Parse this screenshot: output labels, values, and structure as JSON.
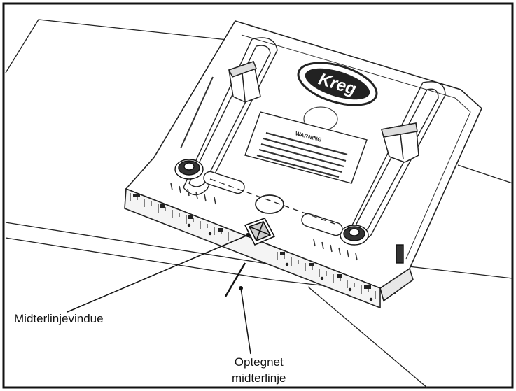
{
  "labels": {
    "centerline_window": "Midterlinjevindue",
    "drawn_centerline_1": "Optegnet",
    "drawn_centerline_2": "midterlinje"
  },
  "plate_text": {
    "logo": "Kreg",
    "warning_title": "WARNING"
  },
  "colors": {
    "ink": "#1a1a1a",
    "frame": "#111111",
    "background": "#ffffff"
  }
}
